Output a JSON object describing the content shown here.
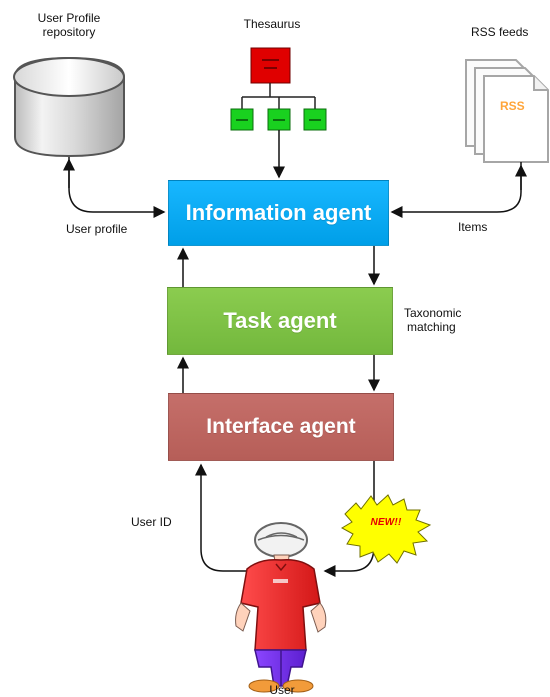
{
  "labels": {
    "user_profile_repository_line1": "User Profile",
    "user_profile_repository_line2": "repository",
    "thesaurus": "Thesaurus",
    "rss_feeds": "RSS feeds",
    "rss_doc": "RSS",
    "user_profile": "User profile",
    "items": "Items",
    "taxonomic_matching_line1": "Taxonomic",
    "taxonomic_matching_line2": "matching",
    "user_id": "User ID",
    "user": "User",
    "new_badge": "NEW!!"
  },
  "boxes": {
    "information_agent": "Information agent",
    "task_agent": "Task agent",
    "interface_agent": "Interface agent"
  },
  "colors": {
    "information_agent": "#0ea8ef",
    "task_agent": "#7bbf45",
    "interface_agent": "#bd6660",
    "thesaurus_root": "#e00000",
    "thesaurus_children": "#19d11f",
    "new_badge": "#ffff00",
    "rss_text": "#ffa53a"
  },
  "icons": {
    "repository": "database-cylinder-icon",
    "thesaurus": "tree-icon",
    "rss": "document-stack-icon",
    "user": "person-icon",
    "badge": "starburst-icon"
  }
}
